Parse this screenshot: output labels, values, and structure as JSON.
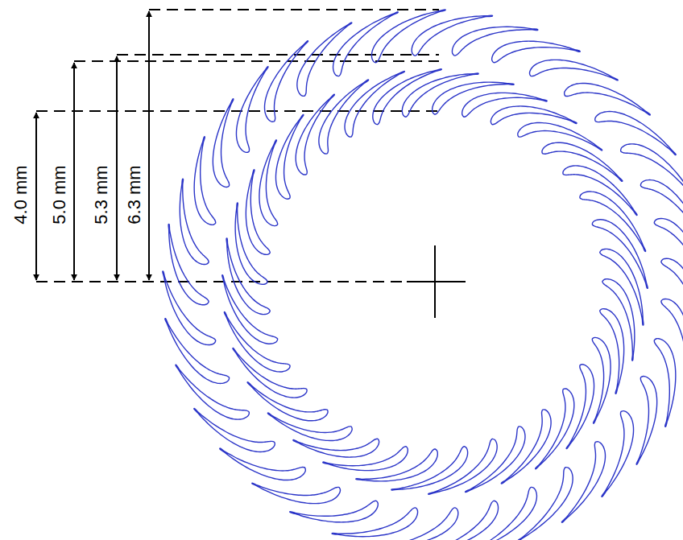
{
  "diagram": {
    "labels": [
      "4.0 mm",
      "5.0 mm",
      "5.3 mm",
      "6.3 mm"
    ]
  }
}
